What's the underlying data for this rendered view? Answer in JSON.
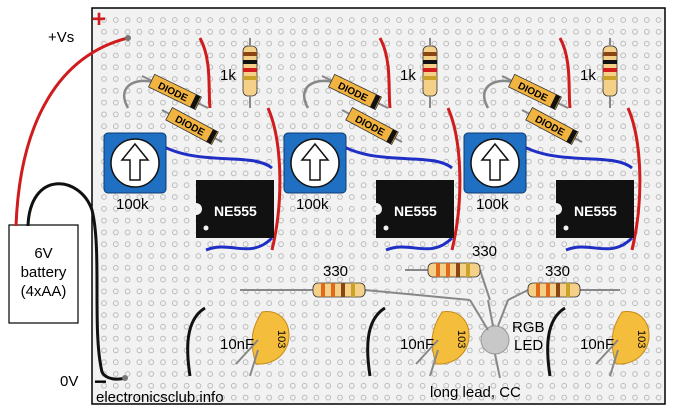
{
  "power": {
    "plus_symbol": "+",
    "plus_label": "+Vs",
    "minus_symbol": "−",
    "minus_label": "0V"
  },
  "battery": {
    "line1": "6V",
    "line2": "battery",
    "line3": "(4xAA)"
  },
  "channels": [
    {
      "ic_label": "NE555",
      "pot_label": "100k",
      "resistor_top": "1k",
      "capacitor_label": "10nF",
      "capacitor_code": "103",
      "resistor_out": "330",
      "diode_upper": "DIODE",
      "diode_lower": "DIODE"
    },
    {
      "ic_label": "NE555",
      "pot_label": "100k",
      "resistor_top": "1k",
      "capacitor_label": "10nF",
      "capacitor_code": "103",
      "resistor_out": "330",
      "diode_upper": "DIODE",
      "diode_lower": "DIODE"
    },
    {
      "ic_label": "NE555",
      "pot_label": "100k",
      "resistor_top": "1k",
      "capacitor_label": "10nF",
      "capacitor_code": "103",
      "resistor_out": "330",
      "diode_upper": "DIODE",
      "diode_lower": "DIODE"
    }
  ],
  "led": {
    "line1": "RGB",
    "line2": "LED",
    "note": "long lead, CC"
  },
  "website": "electronicsclub.info",
  "colors": {
    "board": "#f2f2f2",
    "hole": "#bdbdbd",
    "wire_red": "#d01c1c",
    "wire_blue": "#1f2ec4",
    "wire_black": "#111111",
    "ic_body": "#111111",
    "pot_body": "#1f6fc2",
    "capacitor": "#f5bd3c",
    "resistor_body": "#f4d089",
    "diode_body": "#f2b441",
    "led": "#c8c8c8"
  }
}
